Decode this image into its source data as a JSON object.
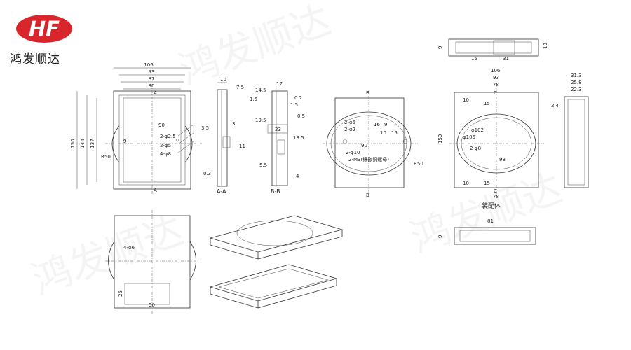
{
  "brand": {
    "logo_text": "HF",
    "logo_color": "#d8262c",
    "company_name": "鸿发顺达"
  },
  "watermark": "鸿发顺达",
  "front_view": {
    "dims": [
      "106",
      "93",
      "87",
      "80",
      "150",
      "144",
      "137",
      "90",
      "9",
      "2-φ2.5",
      "2-φ5",
      "4-φ8",
      "R50"
    ],
    "section_marks": [
      "A",
      "A"
    ]
  },
  "section_aa": {
    "dims": [
      "10",
      "7.5",
      "3.5",
      "3",
      "11",
      "0.3"
    ],
    "caption": "A-A"
  },
  "section_bb": {
    "dims": [
      "14.5",
      "17",
      "0.2",
      "1.5",
      "1.5",
      "19.5",
      "0.5",
      "23",
      "13.5",
      "5.5",
      "4"
    ],
    "caption": "B-B"
  },
  "cover_view": {
    "dims": [
      "2-φ5",
      "2-φ2",
      "16",
      "9",
      "15",
      "10",
      "90",
      "2-φ10",
      "2-M3(镶嵌铜螺母)",
      "R50"
    ],
    "section_marks": [
      "B",
      "B"
    ]
  },
  "top_detail": {
    "dims": [
      "9",
      "13",
      "15",
      "31"
    ]
  },
  "assembly": {
    "dims": [
      "106",
      "93",
      "78",
      "150",
      "φ102",
      "φ106",
      "2-φ8",
      "15",
      "10",
      "93",
      "10",
      "15",
      "78"
    ],
    "section_marks": [
      "C",
      "C"
    ],
    "caption": "装配体"
  },
  "side_assembly": {
    "dims": [
      "31.3",
      "25.8",
      "22.3",
      "2.4"
    ]
  },
  "bottom_detail": {
    "dims": [
      "81",
      "9"
    ]
  },
  "back_view": {
    "dims": [
      "4-φ6",
      "25",
      "50"
    ]
  }
}
